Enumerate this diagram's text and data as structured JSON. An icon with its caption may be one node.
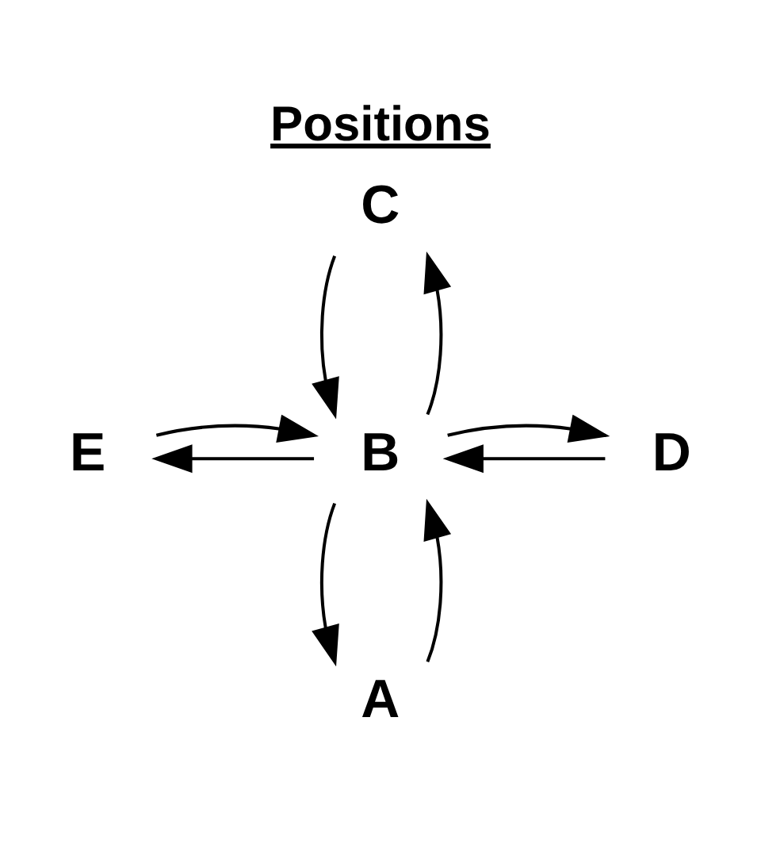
{
  "diagram": {
    "title": "Positions",
    "nodes": [
      {
        "text": [
          "C"
        ]
      },
      {
        "text": [
          "E"
        ]
      },
      {
        "text": [
          "B"
        ]
      },
      {
        "text": [
          "D"
        ]
      },
      {
        "text": [
          "A"
        ]
      }
    ],
    "edges": [
      {
        "from": 2,
        "to": 0,
        "arrow": "to"
      },
      {
        "from": 0,
        "to": 2,
        "arrow": "to"
      },
      {
        "from": 2,
        "to": 1,
        "arrow": "to"
      },
      {
        "from": 1,
        "to": 2,
        "arrow": "to"
      },
      {
        "from": 3,
        "to": 2,
        "arrow": "to"
      },
      {
        "from": 2,
        "to": 3,
        "arrow": "to"
      },
      {
        "from": 2,
        "to": 4,
        "arrow": "to"
      },
      {
        "from": 4,
        "to": 2,
        "arrow": "to"
      }
    ]
  }
}
